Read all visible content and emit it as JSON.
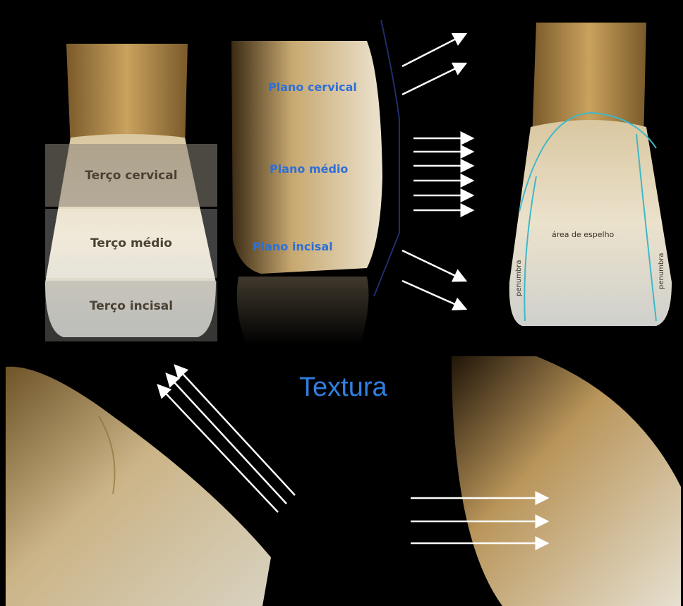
{
  "thirds": {
    "cervical": "Terço cervical",
    "medio": "Terço médio",
    "incisal": "Terço incisal"
  },
  "planes": {
    "cervical": "Plano cervical",
    "medio": "Plano médio",
    "incisal": "Plano incisal"
  },
  "reflection": {
    "mirror_area": "área de espelho",
    "penumbra_left": "penumbra",
    "penumbra_right": "penumbra"
  },
  "texture_title": "Textura",
  "colors": {
    "label_blue": "#2f6fd6",
    "outline_cyan": "#3fb8c8",
    "background": "#000000",
    "arrow": "#ffffff"
  }
}
